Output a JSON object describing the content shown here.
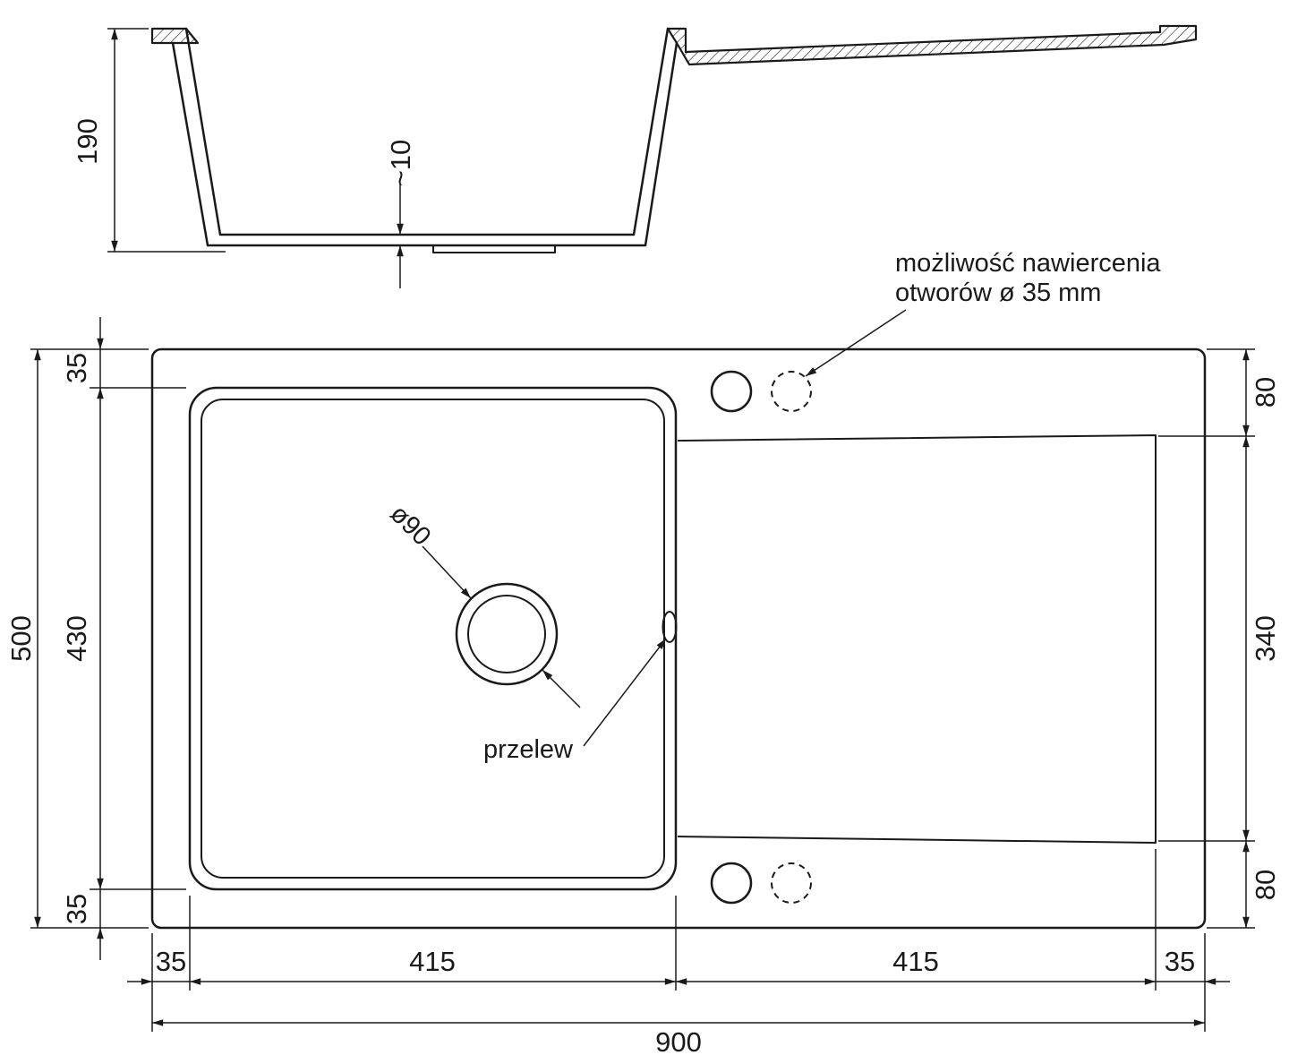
{
  "drawing": {
    "background": "#ffffff",
    "line_color": "#1a1a1a"
  },
  "section_view": {
    "depth_label": "190",
    "floor_thickness_label": "~10"
  },
  "plan_view": {
    "annotation_line1": "możliwość nawiercenia",
    "annotation_line2": "otworów ø 35 mm",
    "drain_diameter_label": "ø90",
    "overflow_label": "przelew"
  },
  "dimensions": {
    "overall_height": "500",
    "margin_top": "35",
    "bowl_height": "430",
    "margin_bottom": "35",
    "right_top": "80",
    "right_middle": "340",
    "right_bottom": "80",
    "bottom_margin_left": "35",
    "bowl_width": "415",
    "drainer_width": "415",
    "bottom_margin_right": "35",
    "overall_width": "900"
  }
}
